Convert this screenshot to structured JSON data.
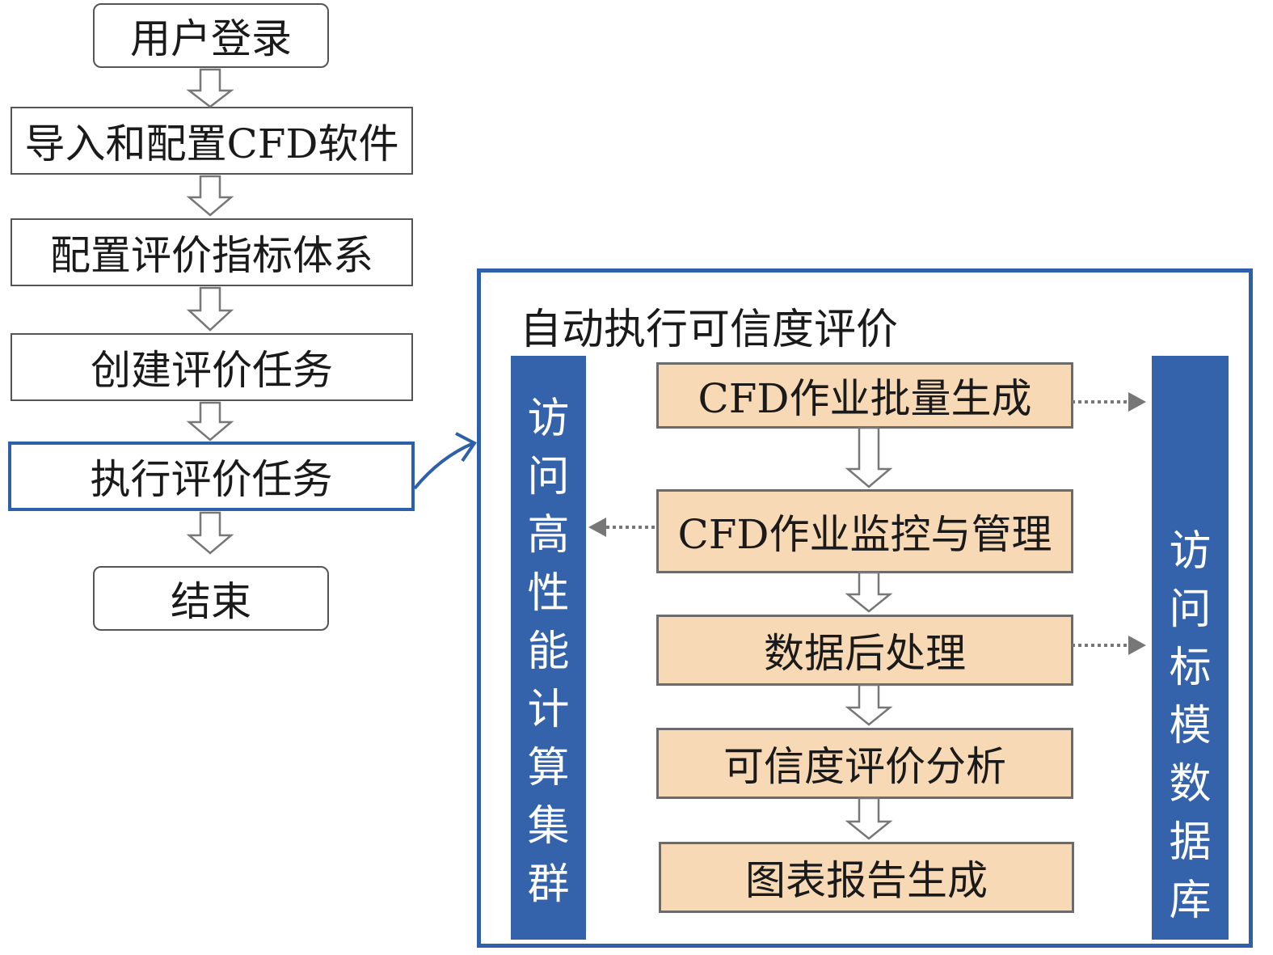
{
  "flow": {
    "login": "用户登录",
    "import": "导入和配置CFD软件",
    "config": "配置评价指标体系",
    "create": "创建评价任务",
    "execute": "执行评价任务",
    "end": "结束"
  },
  "panel": {
    "title": "自动执行可信度评价",
    "left_bar": [
      "访",
      "问",
      "高",
      "性",
      "能",
      "计",
      "算",
      "集",
      "群"
    ],
    "right_bar": [
      "访",
      "问",
      "标",
      "模",
      "数",
      "据",
      "库"
    ],
    "steps": {
      "s1": "CFD作业批量生成",
      "s2": "CFD作业监控与管理",
      "s3": "数据后处理",
      "s4": "可信度评价分析",
      "s5": "图表报告生成"
    }
  },
  "colors": {
    "accent_blue": "#3563ab",
    "border_blue": "#2e5fab",
    "step_fill": "#f8d9b6",
    "arrow_gray": "#777777"
  }
}
